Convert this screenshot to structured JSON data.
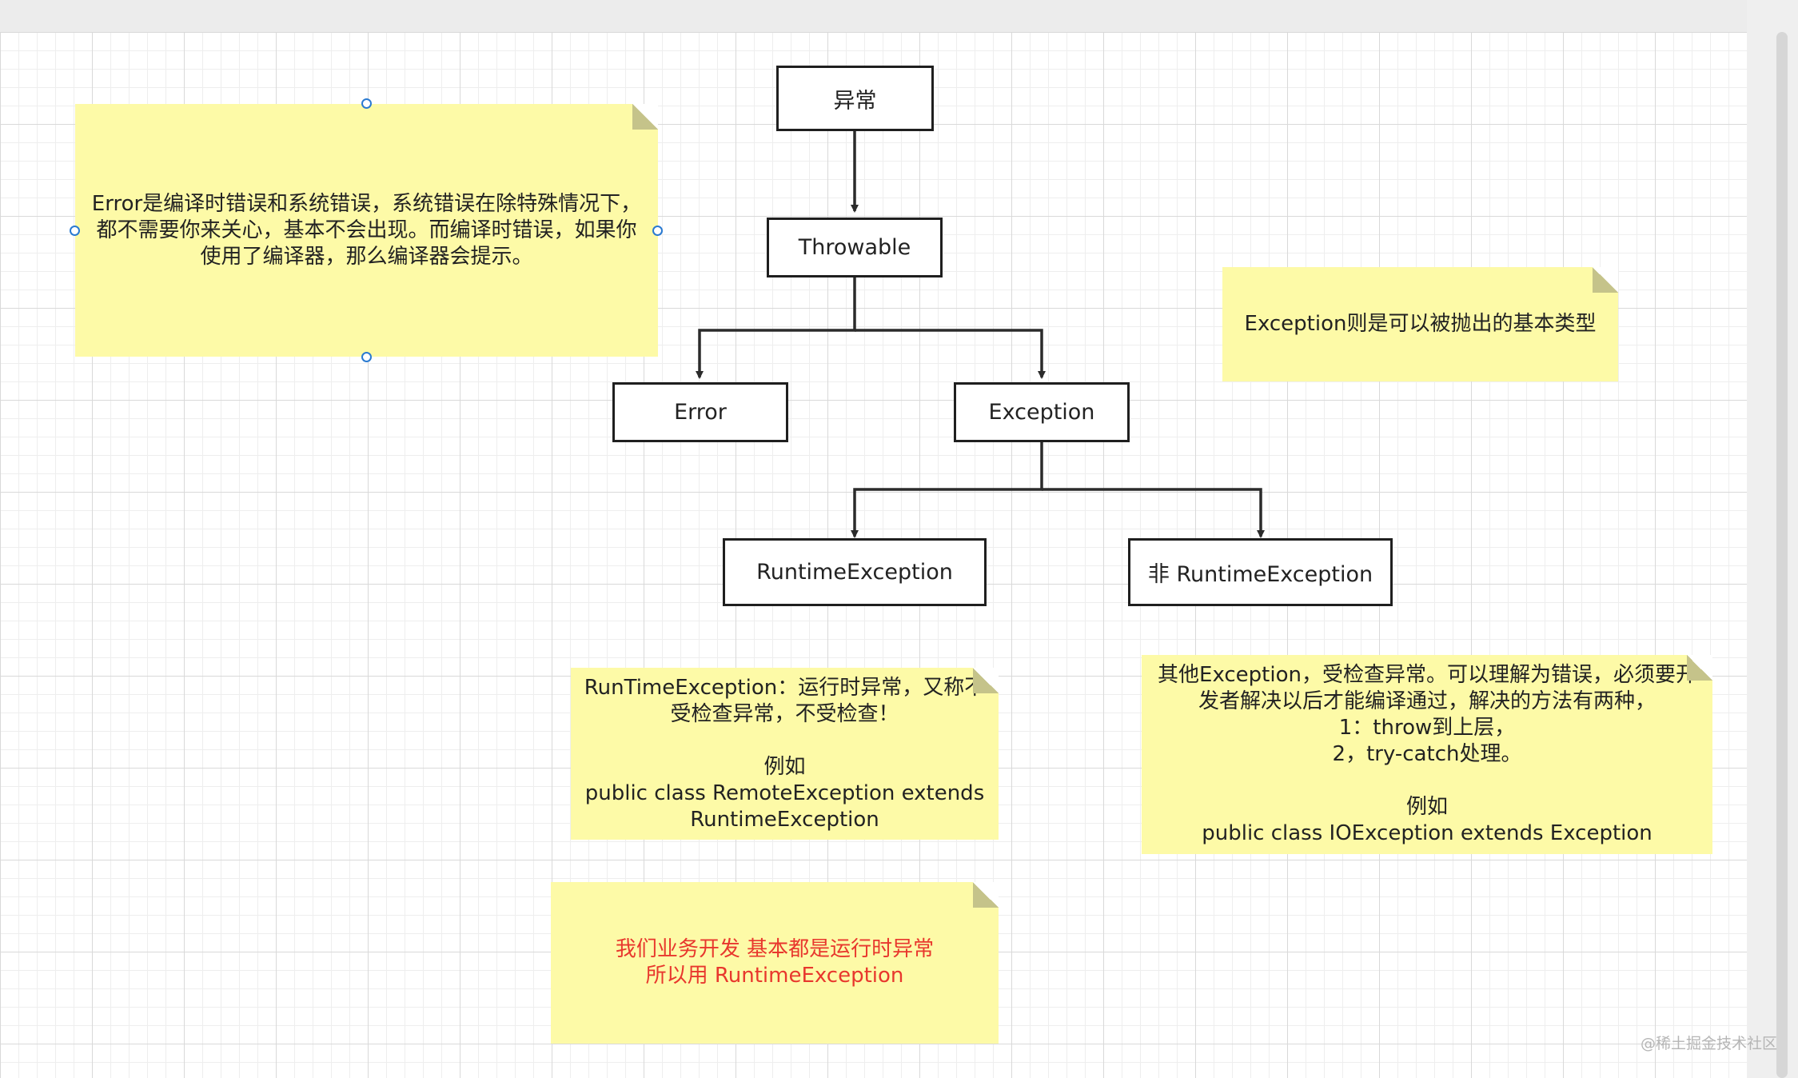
{
  "diagram": {
    "nodes": {
      "root": "异常",
      "throwable": "Throwable",
      "error": "Error",
      "exception": "Exception",
      "runtime": "RuntimeException",
      "non_runtime": "非 RuntimeException"
    },
    "notes": {
      "error_note": "Error是编译时错误和系统错误，系统错误在除特殊情况下，\n都不需要你来关心，基本不会出现。而编译时错误，如果你\n使用了编译器，那么编译器会提示。",
      "exception_note": "Exception则是可以被抛出的基本类型",
      "runtime_note": "RunTimeException：运行时异常，又称不\n受检查异常，不受检查！\n\n例如\npublic class RemoteException extends\nRuntimeException",
      "checked_note": "其他Exception，受检查异常。可以理解为错误，必须要开\n发者解决以后才能编译通过，解决的方法有两种，\n1：throw到上层，\n2，try-catch处理。\n\n例如\npublic class IOException extends Exception",
      "business_note": "我们业务开发 基本都是运行时异常\n所以用 RuntimeException"
    },
    "colors": {
      "note_fill": "#fdfaa7",
      "highlight_text": "#e8372d",
      "selection_handle": "#2a7ad1",
      "line": "#2b2b2b"
    }
  },
  "watermark": "@稀土掘金技术社区"
}
